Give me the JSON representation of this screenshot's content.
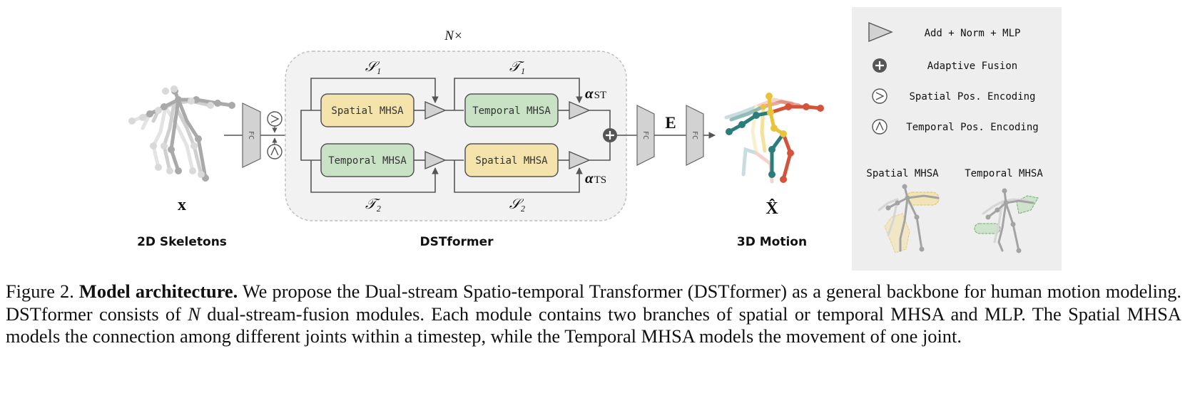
{
  "diagram": {
    "repeat_label": "N×",
    "input": {
      "symbol": "x",
      "label": "2D Skeletons"
    },
    "output": {
      "symbol": "X̂",
      "label": "3D Motion"
    },
    "core_label": "DSTformer",
    "fc_label": "FC",
    "embedding_symbol": "E",
    "stream1": {
      "block_a": "Spatial MHSA",
      "block_b": "Temporal MHSA",
      "top_label_a": "𝒮₁",
      "top_label_b": "𝒯₁",
      "alpha": "α",
      "alpha_sub": "ST"
    },
    "stream2": {
      "block_a": "Temporal MHSA",
      "block_b": "Spatial MHSA",
      "bottom_label_a": "𝒯₂",
      "bottom_label_b": "𝒮₂",
      "alpha": "α",
      "alpha_sub": "TS"
    },
    "colors": {
      "spatial": "#f4e3ab",
      "temporal": "#c9e2c6",
      "panel": "#f2f2f2",
      "legend_bg": "#eeeeee",
      "joint_teal": "#2a7d7a",
      "joint_yellow": "#e9c43b",
      "joint_red": "#d4533a",
      "gray": "#a3a3a3"
    }
  },
  "legend": {
    "items": [
      {
        "icon": "triangle-icon",
        "label": "Add + Norm + MLP"
      },
      {
        "icon": "plus-circle-icon",
        "label": "Adaptive Fusion"
      },
      {
        "icon": "spatial-pos-icon",
        "label": "Spatial Pos. Encoding"
      },
      {
        "icon": "temporal-pos-icon",
        "label": "Temporal Pos. Encoding"
      }
    ],
    "spatial_mhsa_label": "Spatial MHSA",
    "temporal_mhsa_label": "Temporal MHSA"
  },
  "caption": {
    "prefix": "Figure 2. ",
    "lead": "Model architecture.",
    "part1": " We propose the Dual-stream Spatio-temporal Transformer (DSTformer) as a general backbone for human motion modeling. DSTformer consists of ",
    "n": "N",
    "part2": " dual-stream-fusion modules. Each module contains two branches of spatial or temporal MHSA and MLP. The Spatial MHSA models the connection among different joints within a timestep, while the Temporal MHSA models the movement of one joint."
  }
}
